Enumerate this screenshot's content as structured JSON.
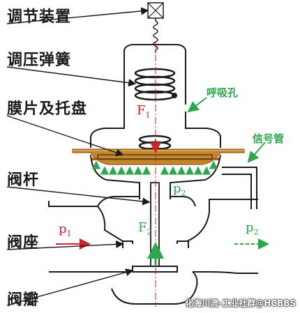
{
  "labels": {
    "adjusting_device": "调节装置",
    "regulating_spring": "调压弹簧",
    "diaphragm_and_tray": "膜片及托盘",
    "valve_stem": "阀杆",
    "valve_seat": "阀座",
    "valve_disc": "阀瓣"
  },
  "annotations": {
    "breathing_hole": "呼吸孔",
    "signal_pipe": "信号管",
    "f1": "F",
    "f1_sub": "1",
    "f2": "F",
    "f2_sub": "2",
    "p1": "p",
    "p1_sub": "1",
    "p2_upper": "p",
    "p2_upper_sub": "2",
    "p2_outlet": "p",
    "p2_outlet_sub": "2"
  },
  "watermark": "化海川流-工业社群@HCBBS",
  "colors": {
    "line": "#1a1a1a",
    "green": "#2aa84a",
    "red": "#d0202a",
    "diaphragm": "#c8862c"
  }
}
